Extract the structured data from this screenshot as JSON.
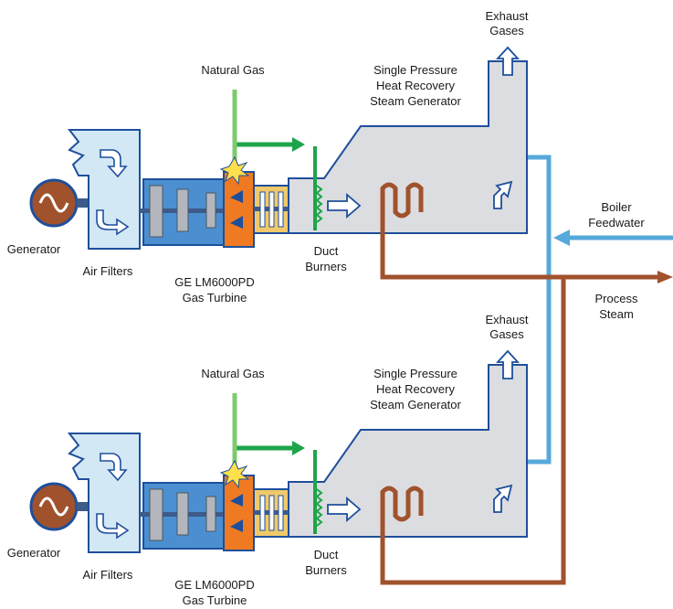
{
  "units": [
    {
      "natural_gas": "Natural Gas",
      "hrsg": [
        "Single Pressure",
        "Heat Recovery",
        "Steam Generator"
      ],
      "exhaust": [
        "Exhaust",
        "Gases"
      ],
      "generator": "Generator",
      "air_filters": "Air Filters",
      "turbine": [
        "GE LM6000PD",
        "Gas Turbine"
      ],
      "duct_burners": [
        "Duct",
        "Burners"
      ]
    },
    {
      "natural_gas": "Natural Gas",
      "hrsg": [
        "Single Pressure",
        "Heat Recovery",
        "Steam Generator"
      ],
      "exhaust": [
        "Exhaust",
        "Gases"
      ],
      "generator": "Generator",
      "air_filters": "Air Filters",
      "turbine": [
        "GE LM6000PD",
        "Gas Turbine"
      ],
      "duct_burners": [
        "Duct",
        "Burners"
      ]
    }
  ],
  "boiler_feedwater": [
    "Boiler",
    "Feedwater"
  ],
  "process_steam": [
    "Process",
    "Steam"
  ],
  "colors": {
    "gas_line": "#7ccb6f",
    "gas_arrow": "#1ea44a",
    "water": "#56a9da",
    "steam": "#a0522d",
    "turbine_blue": "#4b8fd0",
    "hrsg_fill": "#dcdde0",
    "hrsg_stroke": "#1e4f9c",
    "combustor": "#f07a22"
  }
}
